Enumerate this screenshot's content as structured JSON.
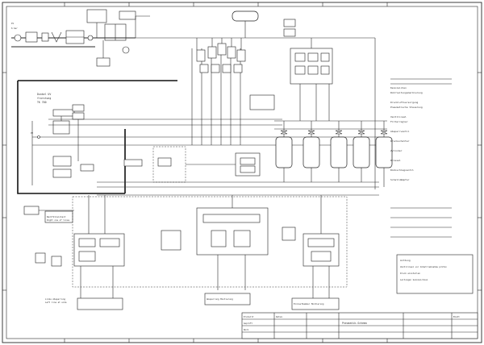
{
  "sheet": {
    "frame_color": "#2a2a2a",
    "background": "#ffffff"
  },
  "labels": {
    "left_cell": "Dunkel UV\nfrorstung\nTK 700",
    "left_seal": "Nachfülleinheit\nRight one of lines",
    "lower_left": "Linke Absperrung\nLeft line at side",
    "lower_center": "Absperrung Montierung",
    "lower_right": "Einlaufkammer Montierung",
    "title_block": "Pneumatik-Schema"
  },
  "notes": [
    "Kennzeichen",
    "Rohrleitungsmarkierung",
    "Druckluftversorgung",
    "Pneumatische Steuerung",
    "Ventilinsel",
    "Filterregler",
    "Absperrventil",
    "Druckschalter",
    "Zylinder",
    "Drossel",
    "Rückschlagventil",
    "Schalldämpfer"
  ],
  "legend_box": [
    "Achtung",
    "Ventilinsel vor Inbetriebnahme prüfen",
    "Druck einstellen",
    "Leitungen kennzeichnen"
  ],
  "title_rows": [
    "Erstellt",
    "Geprüft",
    "Norm",
    "Datum",
    "Blatt"
  ]
}
